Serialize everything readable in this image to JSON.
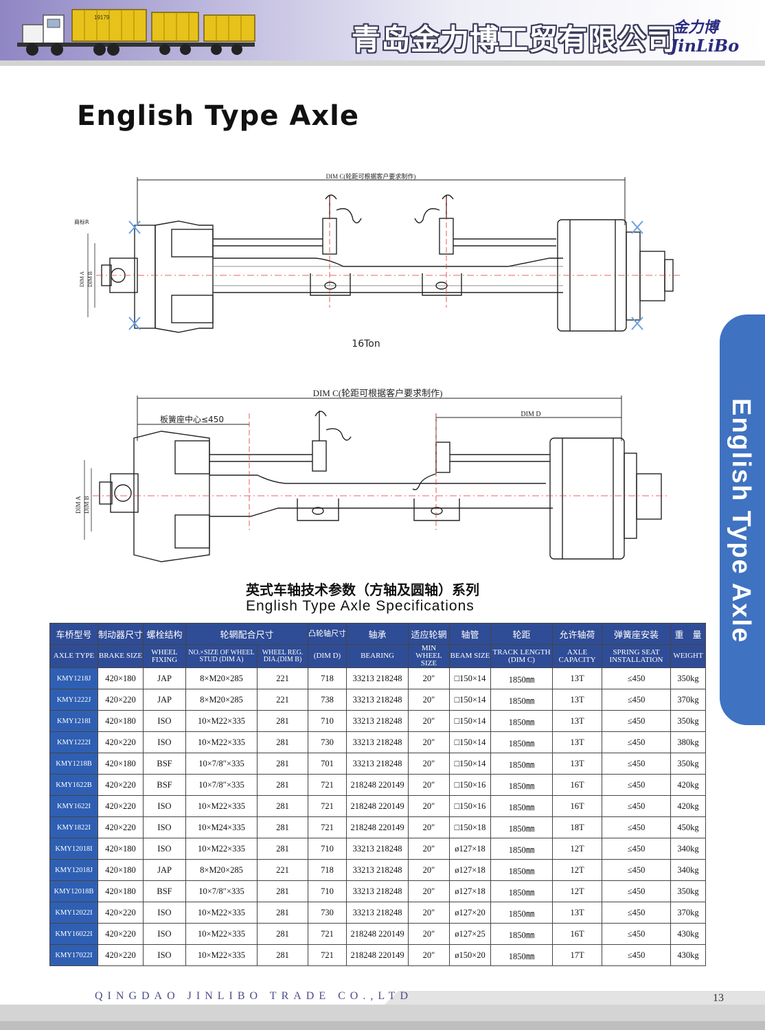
{
  "header": {
    "company_cn": "青岛金力博工贸有限公司",
    "logo_cn": "金力博",
    "logo_en": "JinLiBo",
    "truck_plate": "19179"
  },
  "page_title": "English Type Axle",
  "side_tab": "English Type Axle",
  "drawing1": {
    "dim_c_label": "DIM C(轮距可根据客户要求制作)",
    "marker_label": "商标R",
    "dim_a": "DIM A",
    "dim_b": "DIM B",
    "caption": "16Ton"
  },
  "drawing2": {
    "dim_c_label": "DIM C(轮距可根据客户要求制作)",
    "spring_center_label": "板簧座中心≤450",
    "dim_d": "DIM D",
    "dim_a": "DIM A",
    "dim_b": "DIM B"
  },
  "spec_title_cn": "英式车轴技术参数（方轴及圆轴）系列",
  "spec_title_en": "English Type Axle Specifications",
  "table": {
    "headers_cn": [
      "车桥型号",
      "制动器尺寸",
      "螺栓结构",
      "轮辋配合尺寸",
      "凸轮轴尺寸",
      "轴承",
      "适应轮辋",
      "轴管",
      "轮距",
      "允许轴荷",
      "弹簧座安装",
      "重　量"
    ],
    "headers_en": [
      "AXLE TYPE",
      "BRAKE SIZE",
      "WHEEL FIXING",
      "NO.×SIZE OF WHEEL STUD (DIM A)",
      "WHEEL REG. DIA.(DIM B)",
      "(DIM D)",
      "BEARING",
      "MIN WHEEL SIZE",
      "BEAM SIZE",
      "TRACK LENGTH (DIM C)",
      "AXLE CAPACITY",
      "SPRING SEAT INSTALLATION",
      "WEIGHT"
    ],
    "rows": [
      [
        "KMY1218J",
        "420×180",
        "JAP",
        "8×M20×285",
        "221",
        "718",
        "33213  218248",
        "20″",
        "□150×14",
        "1850㎜",
        "13T",
        "≤450",
        "350kg"
      ],
      [
        "KMY1222J",
        "420×220",
        "JAP",
        "8×M20×285",
        "221",
        "738",
        "33213  218248",
        "20″",
        "□150×14",
        "1850㎜",
        "13T",
        "≤450",
        "370kg"
      ],
      [
        "KMY1218I",
        "420×180",
        "ISO",
        "10×M22×335",
        "281",
        "710",
        "33213  218248",
        "20″",
        "□150×14",
        "1850㎜",
        "13T",
        "≤450",
        "350kg"
      ],
      [
        "KMY1222I",
        "420×220",
        "ISO",
        "10×M22×335",
        "281",
        "730",
        "33213  218248",
        "20″",
        "□150×14",
        "1850㎜",
        "13T",
        "≤450",
        "380kg"
      ],
      [
        "KMY1218B",
        "420×180",
        "BSF",
        "10×7/8″×335",
        "281",
        "701",
        "33213  218248",
        "20″",
        "□150×14",
        "1850㎜",
        "13T",
        "≤450",
        "350kg"
      ],
      [
        "KMY1622B",
        "420×220",
        "BSF",
        "10×7/8″×335",
        "281",
        "721",
        "218248 220149",
        "20″",
        "□150×16",
        "1850㎜",
        "16T",
        "≤450",
        "420kg"
      ],
      [
        "KMY1622I",
        "420×220",
        "ISO",
        "10×M22×335",
        "281",
        "721",
        "218248 220149",
        "20″",
        "□150×16",
        "1850㎜",
        "16T",
        "≤450",
        "420kg"
      ],
      [
        "KMY1822I",
        "420×220",
        "ISO",
        "10×M24×335",
        "281",
        "721",
        "218248 220149",
        "20″",
        "□150×18",
        "1850㎜",
        "18T",
        "≤450",
        "450kg"
      ],
      [
        "KMY12018I",
        "420×180",
        "ISO",
        "10×M22×335",
        "281",
        "710",
        "33213  218248",
        "20″",
        "ø127×18",
        "1850㎜",
        "12T",
        "≤450",
        "340kg"
      ],
      [
        "KMY12018J",
        "420×180",
        "JAP",
        "8×M20×285",
        "221",
        "718",
        "33213  218248",
        "20″",
        "ø127×18",
        "1850㎜",
        "12T",
        "≤450",
        "340kg"
      ],
      [
        "KMY12018B",
        "420×180",
        "BSF",
        "10×7/8″×335",
        "281",
        "710",
        "33213  218248",
        "20″",
        "ø127×18",
        "1850㎜",
        "12T",
        "≤450",
        "350kg"
      ],
      [
        "KMY12022I",
        "420×220",
        "ISO",
        "10×M22×335",
        "281",
        "730",
        "33213  218248",
        "20″",
        "ø127×20",
        "1850㎜",
        "13T",
        "≤450",
        "370kg"
      ],
      [
        "KMY16022I",
        "420×220",
        "ISO",
        "10×M22×335",
        "281",
        "721",
        "218248 220149",
        "20″",
        "ø127×25",
        "1850㎜",
        "16T",
        "≤450",
        "430kg"
      ],
      [
        "KMY17022I",
        "420×220",
        "ISO",
        "10×M22×335",
        "281",
        "721",
        "218248 220149",
        "20″",
        "ø150×20",
        "1850㎜",
        "17T",
        "≤450",
        "430kg"
      ]
    ]
  },
  "footer": {
    "company_en": "QINGDAO JINLIBO TRADE CO.,LTD",
    "page_number": "13"
  },
  "colors": {
    "table_header": "#2f4c96",
    "type_cell": "#2f5fb3",
    "side_tab": "#3f72c1",
    "header_gradient_start": "#8f86c4"
  }
}
